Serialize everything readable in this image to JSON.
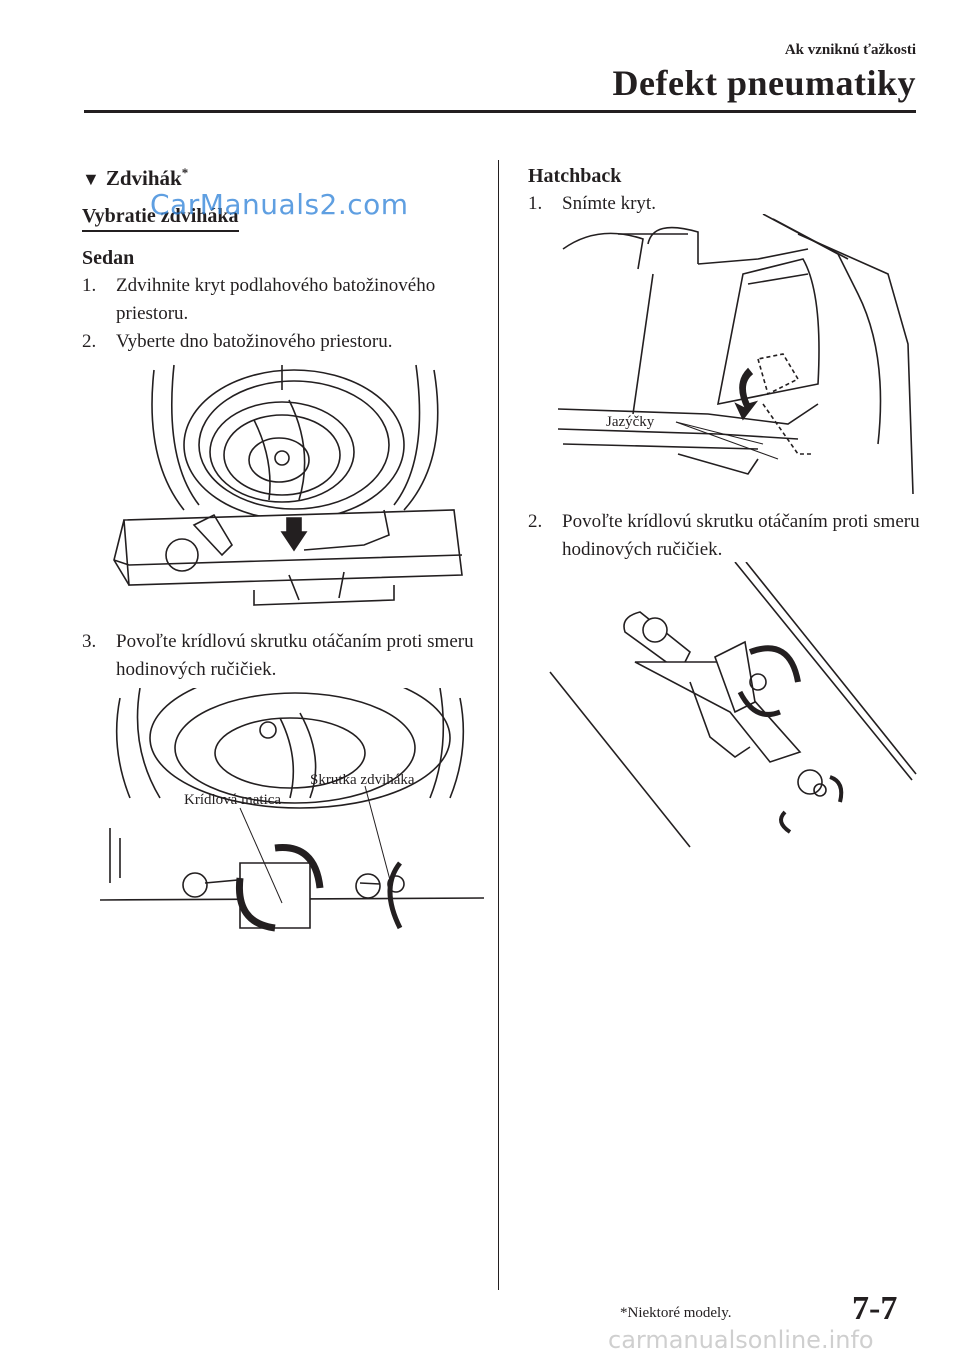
{
  "header": {
    "chapter": "Ak vzniknú ťažkosti",
    "title": "Defekt pneumatiky"
  },
  "left": {
    "section_title": "Zdvihák",
    "section_mark": "*",
    "subsection": "Vybratie zdviháka",
    "sedan_label": "Sedan",
    "steps": [
      {
        "num": "1.",
        "text": "Zdvihnite kryt podlahového batožinového priestoru."
      },
      {
        "num": "2.",
        "text": "Vyberte dno batožinového priestoru."
      },
      {
        "num": "3.",
        "text": "Povoľte krídlovú skrutku otáčaním proti smeru hodinových ručičiek."
      }
    ],
    "fig2_labels": {
      "wing_nut": "Krídlová matica",
      "jack_bolt": "Skrutka zdviháka"
    }
  },
  "right": {
    "hatchback_label": "Hatchback",
    "steps": [
      {
        "num": "1.",
        "text": "Snímte kryt."
      },
      {
        "num": "2.",
        "text": "Povoľte krídlovú skrutku otáčaním proti smeru hodinových ručičiek."
      }
    ],
    "fig1_labels": {
      "tabs": "Jazýčky"
    }
  },
  "footer": {
    "footnote": "*Niektoré modely.",
    "page_number": "7-7",
    "watermark": "carmanualsonline.info"
  },
  "watermark_top": "CarManuals2.com",
  "colors": {
    "ink": "#231f20",
    "watermark": "#2a7fd8"
  }
}
